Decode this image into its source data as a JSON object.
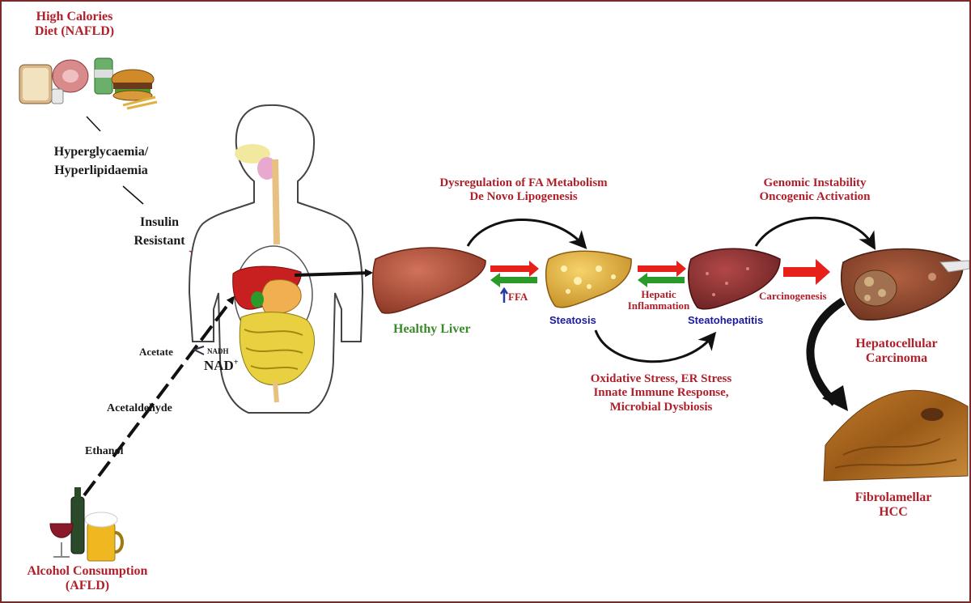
{
  "colors": {
    "frame": "#7a2a2a",
    "red_text": "#b0202a",
    "green_text": "#3a8a2a",
    "blue_text": "#1a1aa0",
    "liver_healthy": "#b5513a",
    "liver_steatosis": "#e0b040",
    "liver_steatohepatitis": "#9a3a3a",
    "arrow_red": "#e8201a",
    "arrow_green": "#2a9a2a"
  },
  "icons": {
    "food": "junk-food-icon",
    "alcohol": "alcohol-drinks-icon",
    "body": "human-body-digestive-icon",
    "healthy_liver": "healthy-liver-icon",
    "steatosis_liver": "fatty-liver-icon",
    "steatohepatitis_liver": "inflamed-liver-icon",
    "hcc_liver": "tumor-liver-icon",
    "fibrolamellar": "fibrolamellar-tissue-icon"
  },
  "labels": {
    "nafld_line1": "High Calories",
    "nafld_line2": "Diet (NAFLD)",
    "hyper_line1": "Hyperglycaemia/",
    "hyper_line2": "Hyperlipidaemia",
    "insulin_line1": "Insulin",
    "insulin_line2": "Resistant",
    "acetate": "Acetate",
    "nadh": "NADH",
    "nad": "NAD",
    "nad_sup": "+",
    "acetaldehyde": "Acetaldehyde",
    "ethanol": "Ethanol",
    "afld_line1": "Alcohol Consumption",
    "afld_line2": "(AFLD)",
    "healthy_liver": "Healthy Liver",
    "ffa": "FFA",
    "steatosis": "Steatosis",
    "dysreg_line1": "Dysregulation of FA Metabolism",
    "dysreg_line2": "De Novo Lipogenesis",
    "hepatic_line1": "Hepatic",
    "hepatic_line2": "Inflammation",
    "steatohepatitis": "Steatohepatitis",
    "oxid_line1": "Oxidative Stress, ER Stress",
    "oxid_line2": "Innate Immune Response,",
    "oxid_line3": "Microbial Dysbiosis",
    "genomic_line1": "Genomic Instability",
    "genomic_line2": "Oncogenic Activation",
    "carcinogenesis": "Carcinogenesis",
    "hcc_line1": "Hepatocellular",
    "hcc_line2": "Carcinoma",
    "fibro_line1": "Fibrolamellar",
    "fibro_line2": "HCC"
  }
}
